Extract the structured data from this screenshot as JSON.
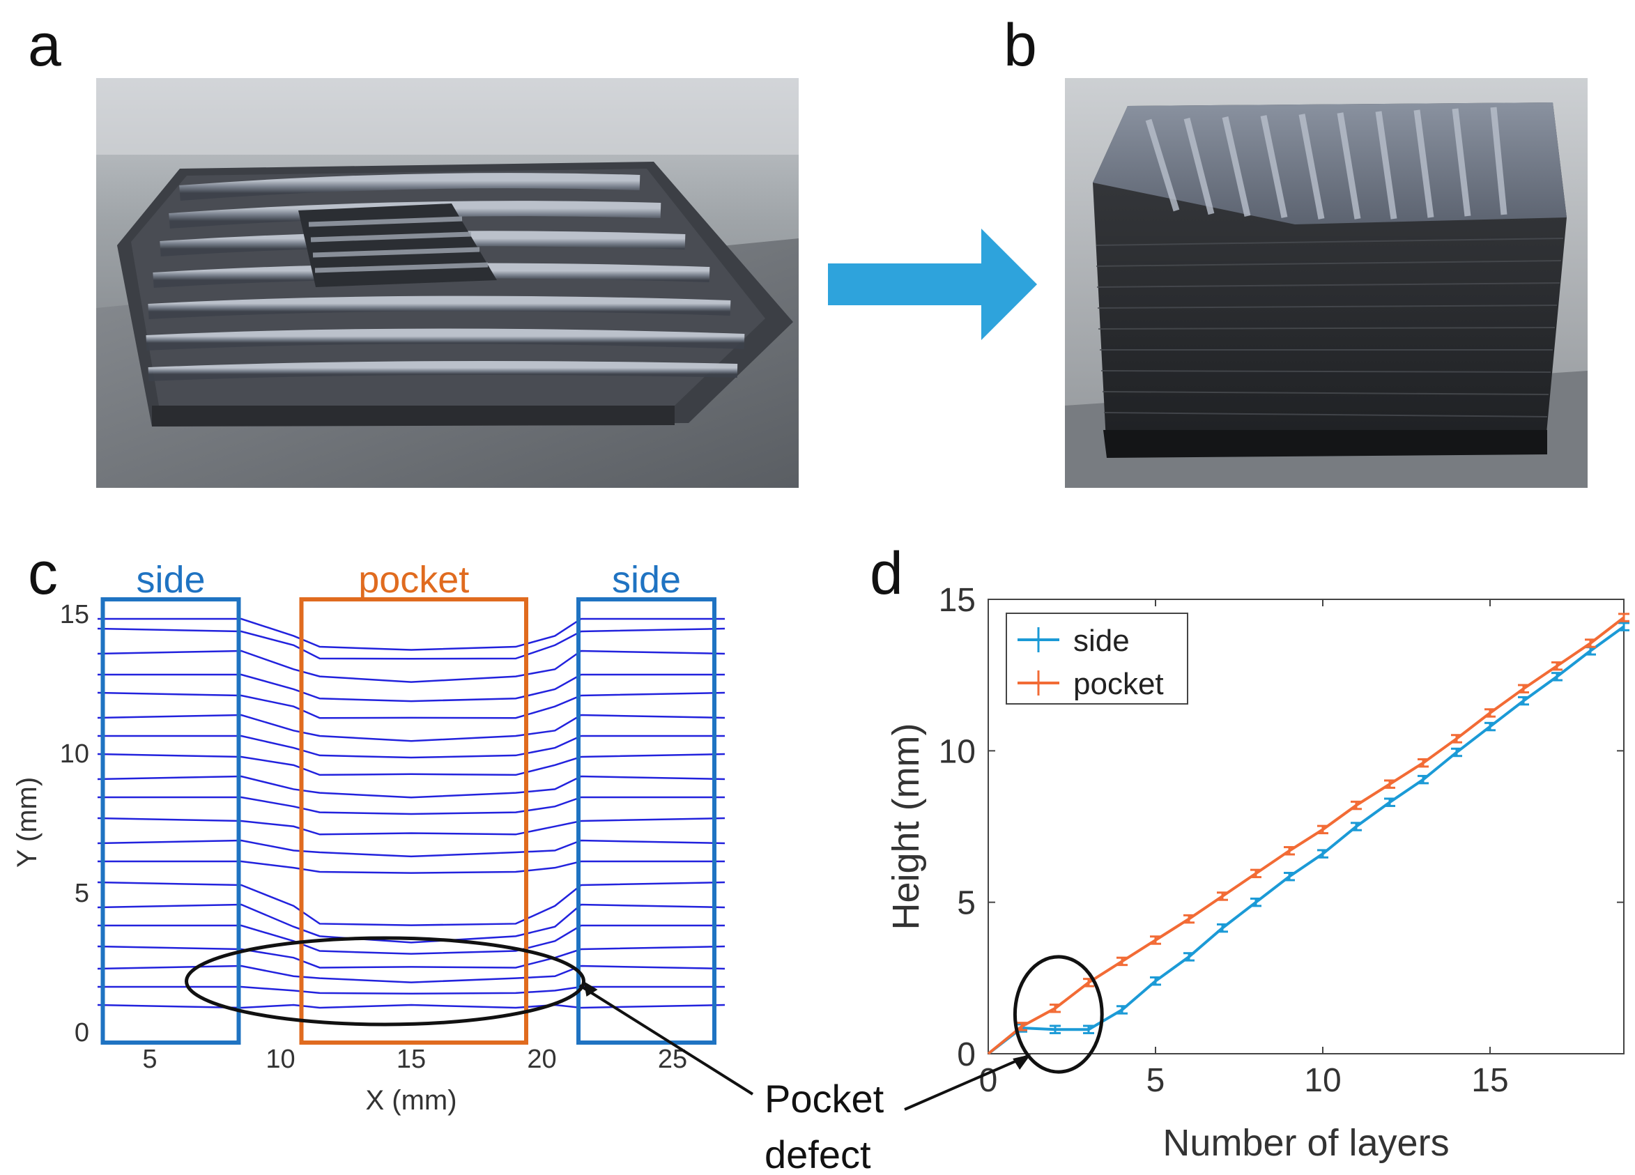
{
  "panels": {
    "a": "a",
    "b": "b",
    "c": "c",
    "d": "d"
  },
  "colors": {
    "arrow": "#2ea3dc",
    "side": "#1f73c2",
    "pocket": "#e06b1f",
    "profile": "#2222dd",
    "series_side": "#1b9ad6",
    "series_pocket": "#f26b35"
  },
  "annotation": {
    "line1": "Pocket",
    "line2": "defect"
  },
  "chart_data": [
    {
      "type": "line",
      "panel": "c",
      "xlabel": "X (mm)",
      "ylabel": "Y (mm)",
      "xlim": [
        3,
        27
      ],
      "ylim": [
        0,
        15
      ],
      "xticks": [
        "5",
        "10",
        "15",
        "20",
        "25"
      ],
      "yticks": [
        "0",
        "5",
        "10",
        "15"
      ],
      "regions": [
        {
          "label": "side",
          "x": [
            3.2,
            8.4
          ],
          "y": [
            -0.4,
            15.5
          ]
        },
        {
          "label": "pocket",
          "x": [
            10.8,
            19.4
          ],
          "y": [
            -0.4,
            15.5
          ]
        },
        {
          "label": "side",
          "x": [
            21.4,
            26.6
          ],
          "y": [
            -0.4,
            15.5
          ]
        }
      ],
      "profiles": {
        "x": [
          3,
          8.5,
          10.5,
          11.5,
          15,
          19,
          20.5,
          21.5,
          27
        ],
        "layer_levels": [
          0.9,
          1.6,
          2.3,
          3.0,
          3.8,
          4.5,
          5.3,
          6.1,
          6.8,
          7.6,
          8.4,
          9.1,
          9.9,
          10.6,
          11.3,
          12.1,
          12.8,
          13.6,
          14.4,
          14.8
        ],
        "pocket_floor": 0.9,
        "pocket_depth_fraction": [
          0,
          0,
          0.55,
          0.9,
          1.0,
          0.9,
          0.55,
          0,
          0
        ]
      },
      "ellipse": {
        "cx": 14,
        "cy": 1.8,
        "rx": 7.6,
        "ry": 1.55
      }
    },
    {
      "type": "line",
      "panel": "d",
      "xlabel": "Number of layers",
      "ylabel": "Height (mm)",
      "xlim": [
        0,
        19
      ],
      "ylim": [
        0,
        15
      ],
      "xticks": [
        "0",
        "5",
        "10",
        "15"
      ],
      "yticks": [
        "0",
        "5",
        "10",
        "15"
      ],
      "legend_position": "top-left",
      "series": [
        {
          "name": "side",
          "x": [
            0,
            1,
            2,
            3,
            4,
            5,
            6,
            7,
            8,
            9,
            10,
            11,
            12,
            13,
            14,
            15,
            16,
            17,
            18,
            19
          ],
          "values": [
            0,
            0.85,
            0.8,
            0.8,
            1.45,
            2.4,
            3.2,
            4.15,
            5.0,
            5.85,
            6.6,
            7.5,
            8.3,
            9.05,
            9.95,
            10.8,
            11.65,
            12.45,
            13.3,
            14.1
          ],
          "error": 0.12
        },
        {
          "name": "pocket",
          "x": [
            0,
            1,
            2,
            3,
            4,
            5,
            6,
            7,
            8,
            9,
            10,
            11,
            12,
            13,
            14,
            15,
            16,
            17,
            18,
            19
          ],
          "values": [
            0,
            0.9,
            1.5,
            2.35,
            3.05,
            3.75,
            4.45,
            5.2,
            5.95,
            6.7,
            7.4,
            8.2,
            8.9,
            9.6,
            10.4,
            11.25,
            12.05,
            12.8,
            13.55,
            14.4
          ],
          "error": 0.12
        }
      ],
      "ellipse": {
        "cx": 2.1,
        "cy": 1.3,
        "rx": 1.3,
        "ry": 1.9
      }
    }
  ]
}
